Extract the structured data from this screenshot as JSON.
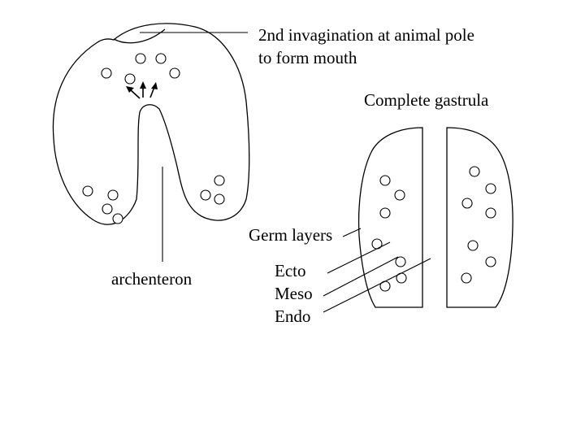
{
  "labels": {
    "mouth_line1": "2nd invagination at animal pole",
    "mouth_line2": "to form mouth",
    "complete_gastrula": "Complete gastrula",
    "germ_layers": "Germ layers",
    "archenteron": "archenteron",
    "ecto": "Ecto",
    "meso": "Meso",
    "endo": "Endo"
  },
  "colors": {
    "stroke": "#000000",
    "background": "#ffffff"
  }
}
